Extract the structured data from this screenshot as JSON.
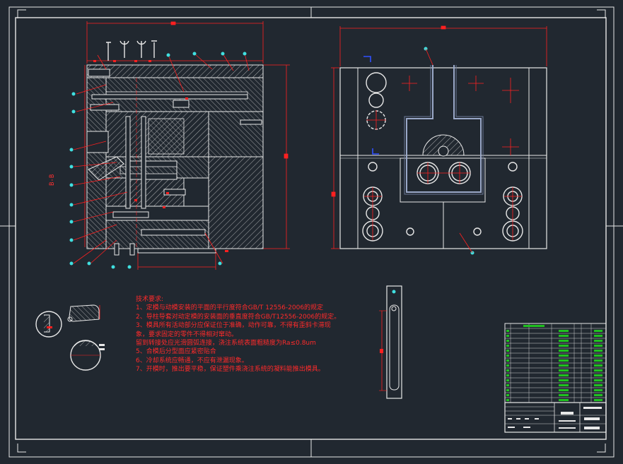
{
  "section_label": "B-B",
  "vertical_note": "",
  "notes": {
    "title": "技术要求:",
    "items": [
      "1、定模与动模安装的平面的平行度符合GB/T 12556-2006的规定",
      "2、导柱导套对动定模的安装面的垂直度符合GB/T12556-2006的规定。",
      "3、模具所有活动部分应保证位于准确，动作可靠，不得有歪斜卡滞现",
      "象，要求固定的零件不得相对窜动。",
      "留到转接处应光滑圆弧连接，浇注系统表面粗糙度为Ra≤0.8um",
      "5、合模后分型面应紧密贴合",
      "6、冷却系统应畅通，不应有泄漏现象。",
      "7、开模时，推出要平稳，保证塑件乘浇注系统的凝料能推出模具。"
    ]
  },
  "colors": {
    "background": "#212830",
    "line_white": "#e8e8e8",
    "line_red": "#ff2020",
    "hatch": "#d8d8d8",
    "cyan": "#40e0e0",
    "blue": "#3050ff",
    "green": "#30d030",
    "table_green": "#20c020"
  }
}
